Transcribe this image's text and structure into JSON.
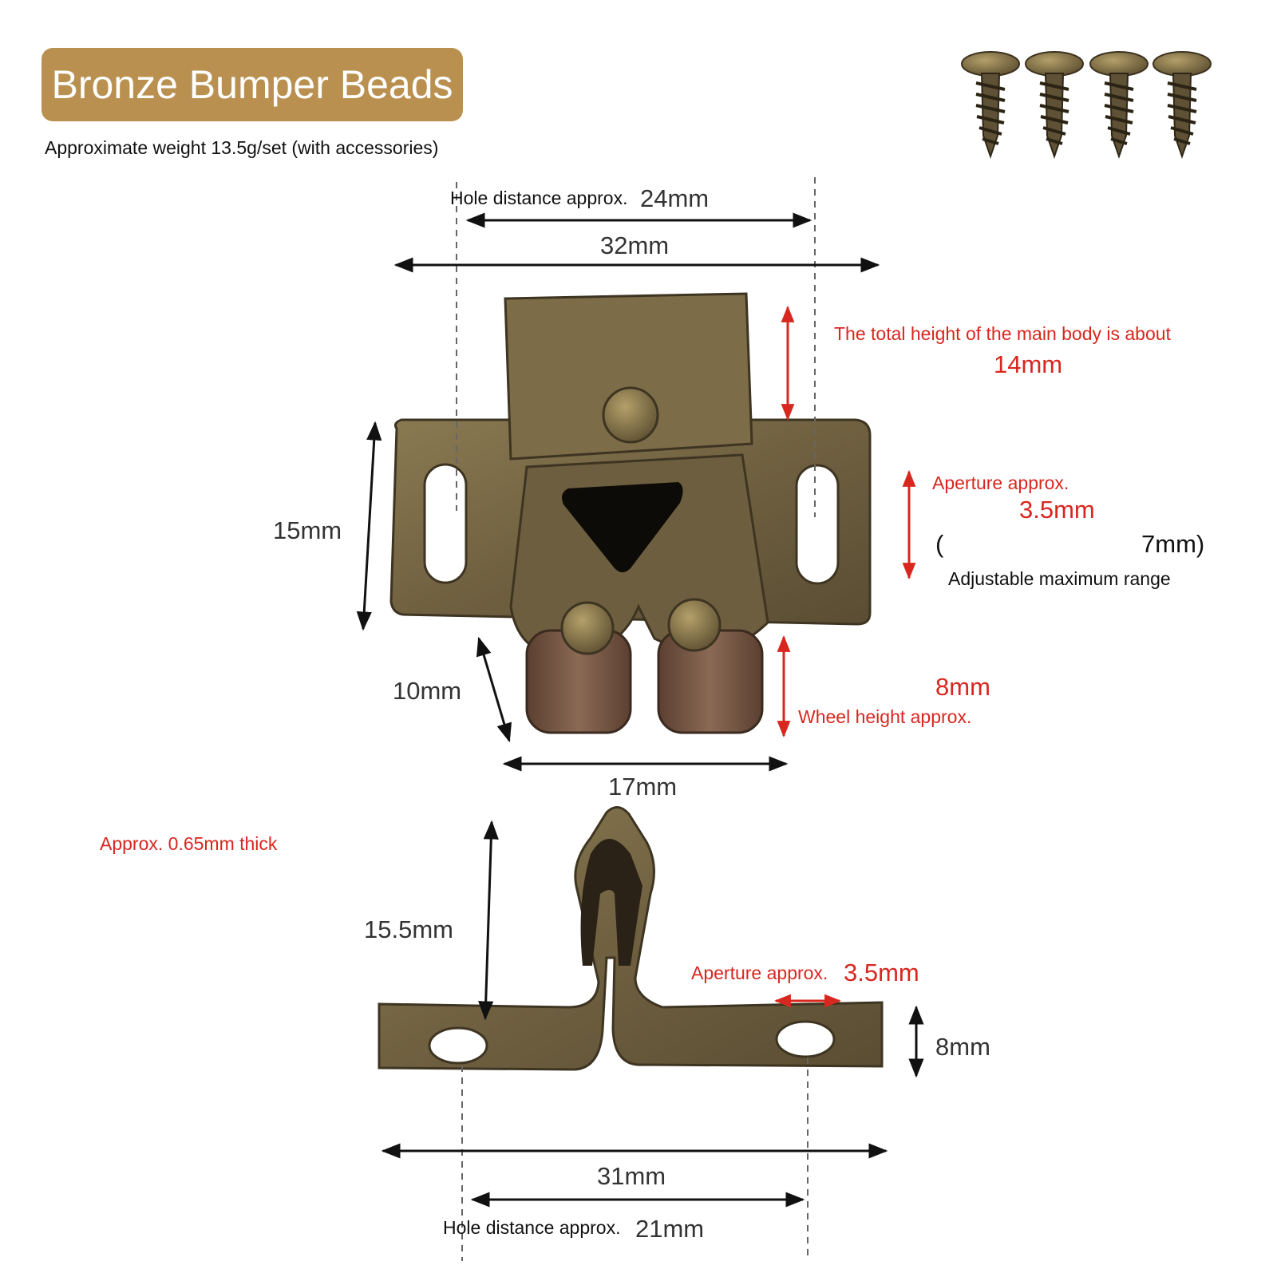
{
  "header": {
    "title": "Bronze Bumper Beads",
    "weight_note": "Approximate weight 13.5g/set (with accessories)"
  },
  "colors": {
    "badge": "#b9904f",
    "annotation_red": "#d8271f",
    "bronze": "#7a6a45",
    "wheel": "#6b4d3c"
  },
  "icons": {
    "screw": "screw-icon"
  },
  "catch_top": {
    "hole_distance_label": "Hole distance approx.",
    "hole_distance_value": "24mm",
    "width": "32mm",
    "body_height_label": "The total height of the main body is about",
    "body_height_value": "14mm",
    "plate_height": "15mm",
    "aperture_label": "Aperture approx.",
    "aperture_value": "3.5mm",
    "range_open": "(",
    "range_max": "7mm)",
    "range_label": "Adjustable maximum range",
    "wheel_diameter": "10mm",
    "wheel_height_value": "8mm",
    "wheel_height_label": "Wheel height approx.",
    "roller_width": "17mm"
  },
  "strike": {
    "thickness_note": "Approx. 0.65mm thick",
    "height": "15.5mm",
    "aperture_label": "Aperture approx.",
    "aperture_value": "3.5mm",
    "plate_width": "8mm",
    "length": "31mm",
    "hole_distance_label": "Hole distance approx.",
    "hole_distance_value": "21mm"
  }
}
